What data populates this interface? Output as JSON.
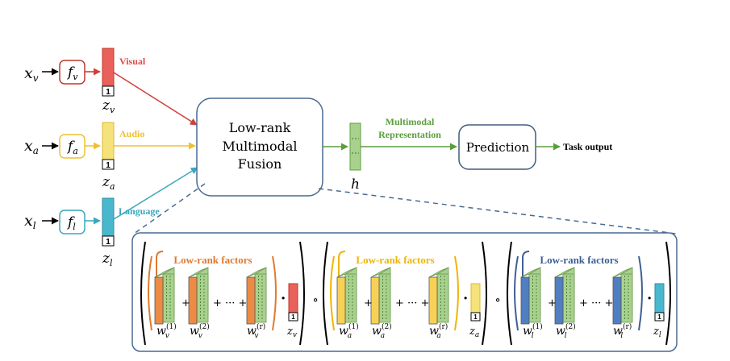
{
  "inputs": {
    "visual": {
      "x": "x",
      "x_sub": "v",
      "f": "f",
      "f_sub": "v",
      "z": "z",
      "z_sub": "v",
      "modality": "Visual",
      "bias": "1"
    },
    "audio": {
      "x": "x",
      "x_sub": "a",
      "f": "f",
      "f_sub": "a",
      "z": "z",
      "z_sub": "a",
      "modality": "Audio",
      "bias": "1"
    },
    "language": {
      "x": "x",
      "x_sub": "l",
      "f": "f",
      "f_sub": "l",
      "z": "z",
      "z_sub": "l",
      "modality": "Language",
      "bias": "1"
    }
  },
  "fusion": {
    "line1": "Low-rank",
    "line2": "Multimodal",
    "line3": "Fusion"
  },
  "representation": {
    "line1": "Multimodal",
    "line2": "Representation",
    "h": "h"
  },
  "prediction": {
    "label": "Prediction"
  },
  "task_output": "Task output",
  "detail": {
    "groups": [
      {
        "title": "Low-rank factors",
        "w": "w",
        "sub": "v",
        "sup1": "(1)",
        "sup2": "(2)",
        "supr": "(r)",
        "z": "z",
        "z_sub": "v",
        "bias": "1"
      },
      {
        "title": "Low-rank factors",
        "w": "w",
        "sub": "a",
        "sup1": "(1)",
        "sup2": "(2)",
        "supr": "(r)",
        "z": "z",
        "z_sub": "a",
        "bias": "1"
      },
      {
        "title": "Low-rank factors",
        "w": "w",
        "sub": "l",
        "sup1": "(1)",
        "sup2": "(2)",
        "supr": "(r)",
        "z": "z",
        "z_sub": "l",
        "bias": "1"
      }
    ],
    "plus": "+",
    "plus_dots": "+ ··· +",
    "dot": "·",
    "hadamard": "∘"
  },
  "colors": {
    "visual": "#e8615a",
    "visual_text": "#dd4b45",
    "audio": "#f5e27a",
    "audio_text": "#f0c030",
    "language": "#49b8cc",
    "language_text": "#3aa7bd",
    "fusion_border": "#4a6a92",
    "representation": "#a9d18e",
    "representation_text": "#5b9e3d",
    "factor_orange": "#ed8b43",
    "factor_orange_title": "#e07a2e",
    "factor_yellow": "#f7d155",
    "factor_yellow_title": "#f0b500",
    "factor_blue": "#4f7fc1",
    "factor_blue_title": "#3e5f93",
    "factor_green": "#a9d18e"
  }
}
